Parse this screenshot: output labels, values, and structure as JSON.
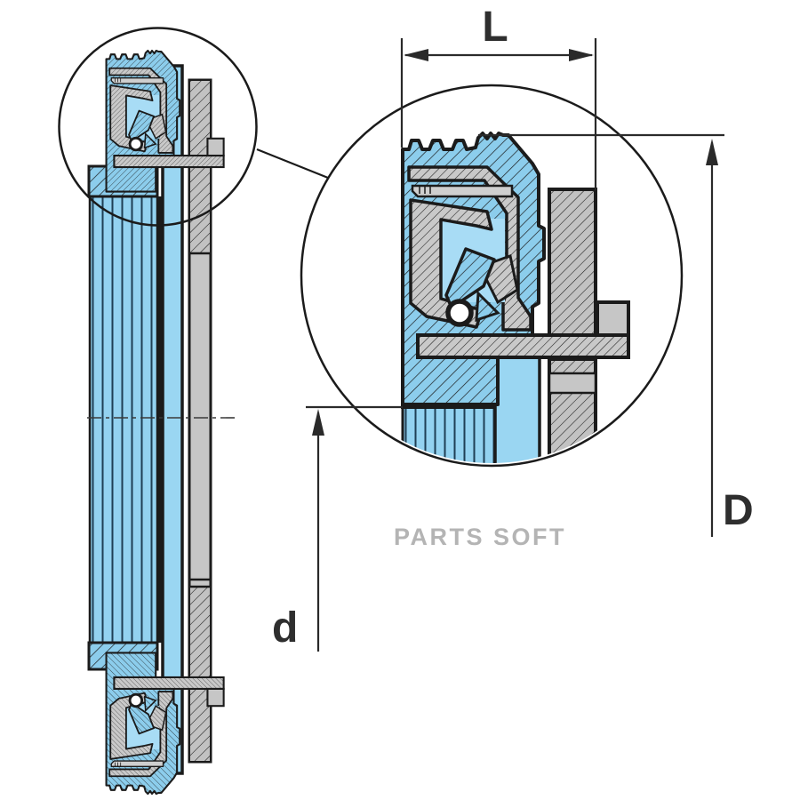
{
  "diagram": {
    "title": "shaft-seal-cross-section-drawing",
    "dimension_labels": {
      "width": "L",
      "outer_diameter": "D",
      "inner_diameter": "d"
    },
    "watermark": "PARTS SOFT",
    "colors": {
      "seal_rubber_fill": "#8CCDEC",
      "shaft_fill": "#9AD6F2",
      "inner_rubber_fill": "#A8DCF5",
      "metal_case_fill": "#C9C9C9",
      "housing_fill": "#C2C2C2",
      "outline": "#1b1b1b",
      "dimension_line": "#2a2a2a",
      "watermark_text": "#b4b4b4",
      "background": "#ffffff"
    }
  }
}
